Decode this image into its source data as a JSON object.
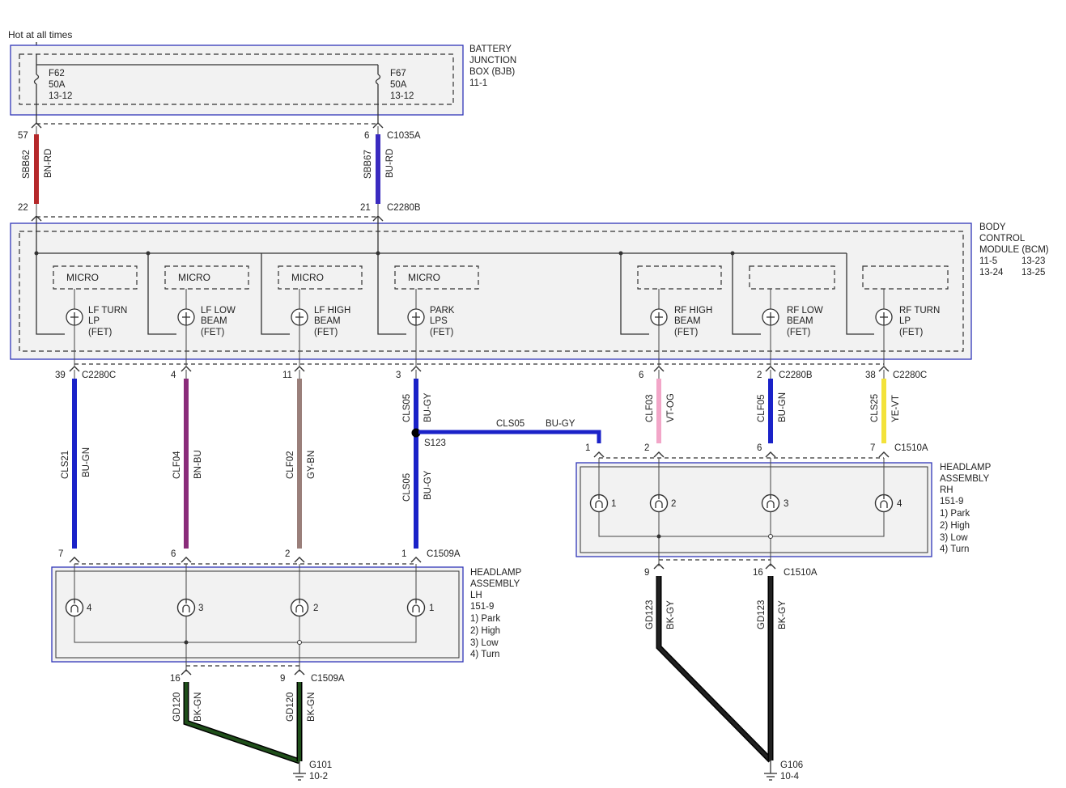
{
  "header": {
    "hot_label": "Hot at all times"
  },
  "bjb": {
    "title": [
      "BATTERY",
      "JUNCTION",
      "BOX (BJB)",
      "11-1"
    ],
    "fuses": [
      {
        "lines": [
          "F62",
          "50A",
          "13-12"
        ]
      },
      {
        "lines": [
          "F67",
          "50A",
          "13-12"
        ]
      }
    ]
  },
  "bcm": {
    "title": [
      "BODY",
      "CONTROL",
      "MODULE (BCM)"
    ],
    "refs": [
      "11-5",
      "13-23",
      "13-24",
      "13-25"
    ],
    "micro": "MICRO",
    "fets": [
      {
        "lines": [
          "LF TURN",
          "LP",
          "(FET)"
        ]
      },
      {
        "lines": [
          "LF LOW",
          "BEAM",
          "(FET)"
        ]
      },
      {
        "lines": [
          "LF HIGH",
          "BEAM",
          "(FET)"
        ]
      },
      {
        "lines": [
          "PARK",
          "LPS",
          "(FET)"
        ]
      },
      {
        "lines": [
          "RF HIGH",
          "BEAM",
          "(FET)"
        ]
      },
      {
        "lines": [
          "RF LOW",
          "BEAM",
          "(FET)"
        ]
      },
      {
        "lines": [
          "RF TURN",
          "LP",
          "(FET)"
        ]
      }
    ]
  },
  "supply_wires": [
    {
      "circuit": "SBB62",
      "color": "BN-RD",
      "pin_top": "57",
      "pin_bottom": "22",
      "connector_top": "",
      "connector_bottom": ""
    },
    {
      "circuit": "SBB67",
      "color": "BU-RD",
      "pin_top": "6",
      "pin_bottom": "21",
      "connector_top": "C1035A",
      "connector_bottom": "C2280B"
    }
  ],
  "lh_wires": [
    {
      "circuit": "CLS21",
      "color": "BU-GN",
      "pin_top": "39",
      "pin_bottom": "7",
      "connector_top": "C2280C"
    },
    {
      "circuit": "CLF04",
      "color": "BN-BU",
      "pin_top": "4",
      "pin_bottom": "6",
      "connector_top": ""
    },
    {
      "circuit": "CLF02",
      "color": "GY-BN",
      "pin_top": "11",
      "pin_bottom": "2",
      "connector_top": ""
    },
    {
      "circuit": "CLS05",
      "color": "BU-GY",
      "pin_top": "3",
      "pin_bottom": "1",
      "connector_top": "",
      "circuit_lower": "CLS05",
      "color_lower": "BU-GY"
    }
  ],
  "splice": {
    "label": "S123",
    "branch_circuit": "CLS05",
    "branch_color": "BU-GY",
    "branch_pin": "1"
  },
  "rh_wires": [
    {
      "circuit": "CLF03",
      "color": "VT-OG",
      "pin_top": "6",
      "pin_bottom": "2",
      "connector_top": ""
    },
    {
      "circuit": "CLF05",
      "color": "BU-GN",
      "pin_top": "2",
      "pin_bottom": "6",
      "connector_top": "C2280B"
    },
    {
      "circuit": "CLS25",
      "color": "YE-VT",
      "pin_top": "38",
      "pin_bottom": "7",
      "connector_top": "C2280C",
      "connector_bottom": "C1510A"
    }
  ],
  "headlamp_lh": {
    "title": [
      "HEADLAMP",
      "ASSEMBLY",
      "LH",
      "151-9"
    ],
    "legend": [
      "1) Park",
      "2) High",
      "3) Low",
      "4) Turn"
    ],
    "connector": "C1509A",
    "bulbs": [
      "4",
      "3",
      "2",
      "1"
    ],
    "ground_pins": [
      "16",
      "9"
    ],
    "ground_connector": "C1509A",
    "ground_wire": {
      "circuit": "GD120",
      "color": "BK-GN"
    },
    "ground": [
      "G101",
      "10-2"
    ]
  },
  "headlamp_rh": {
    "title": [
      "HEADLAMP",
      "ASSEMBLY",
      "RH",
      "151-9"
    ],
    "legend": [
      "1) Park",
      "2) High",
      "3) Low",
      "4) Turn"
    ],
    "connector": "C1510A",
    "bulbs": [
      "1",
      "2",
      "3",
      "4"
    ],
    "ground_pins": [
      "9",
      "16"
    ],
    "ground_connector": "C1510A",
    "ground_wire": {
      "circuit": "GD123",
      "color": "BK-GY"
    },
    "ground": [
      "G106",
      "10-4"
    ]
  },
  "colors": {
    "BN-RD": "#b5282a",
    "BU-RD": "#3a2bc0",
    "BU-GN": "#1a22c8",
    "BN-BU": "#8a2c7a",
    "GY-BN": "#9a7f7a",
    "BU-GY": "#1a22c8",
    "VT-OG": "#f2a6c8",
    "YE-VT": "#f3e23a",
    "BK-GN": "#1f4f1a",
    "BK-GY": "#202020",
    "frame": "#2f35b8"
  }
}
